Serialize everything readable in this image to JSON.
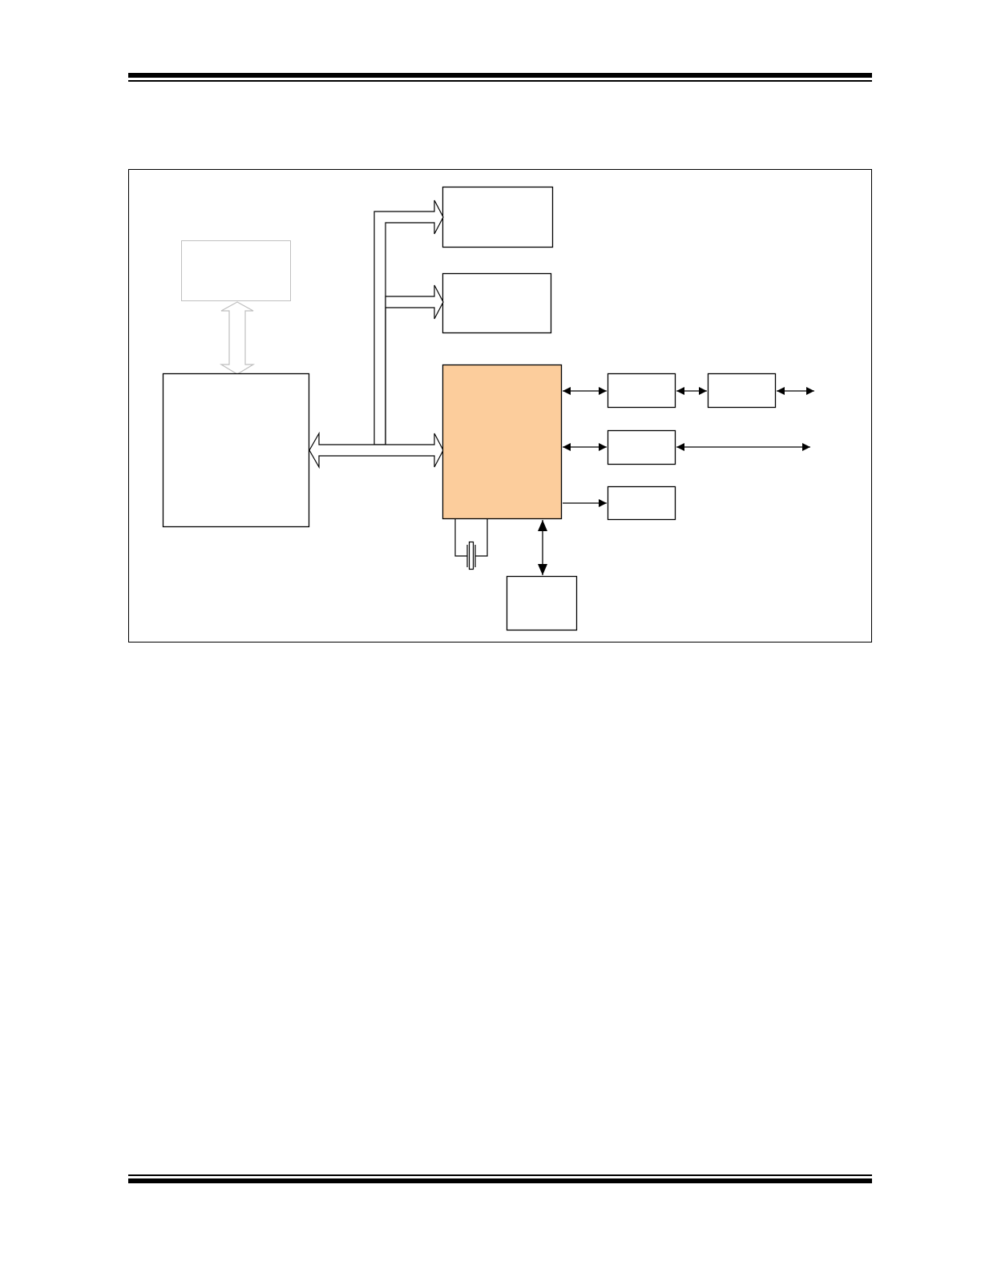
{
  "page": {
    "background": "#ffffff",
    "rule_color": "#000000"
  },
  "diagram": {
    "frame_color": "#000000",
    "highlight_fill": "#fccd9c",
    "faded_color": "#bfbfbf",
    "blocks": [
      {
        "name": "block-top-right-1",
        "label": ""
      },
      {
        "name": "block-top-right-2",
        "label": ""
      },
      {
        "name": "block-central-highlighted",
        "label": ""
      },
      {
        "name": "block-left-large",
        "label": ""
      },
      {
        "name": "block-faded-top-left",
        "label": ""
      },
      {
        "name": "block-right-row1-a",
        "label": ""
      },
      {
        "name": "block-right-row1-b",
        "label": ""
      },
      {
        "name": "block-right-row2",
        "label": ""
      },
      {
        "name": "block-right-row3",
        "label": ""
      },
      {
        "name": "block-bottom-center",
        "label": ""
      }
    ],
    "connectors": [
      {
        "name": "bus-arrow-to-top-block",
        "from": "block-left-large",
        "to": "block-top-right-1",
        "kind": "bus"
      },
      {
        "name": "bus-arrow-to-second-block",
        "from": "block-left-large",
        "to": "block-top-right-2",
        "kind": "bus"
      },
      {
        "name": "bus-arrow-to-central-block",
        "from": "block-left-large",
        "to": "block-central-highlighted",
        "kind": "bus"
      },
      {
        "name": "bus-arrow-faded-vertical",
        "from": "block-faded-top-left",
        "to": "block-left-large",
        "kind": "bus-bidirectional"
      },
      {
        "name": "arrow-central-to-row1-a",
        "kind": "bidirectional"
      },
      {
        "name": "arrow-row1-a-to-row1-b",
        "kind": "bidirectional"
      },
      {
        "name": "arrow-row1-b-out",
        "kind": "bidirectional"
      },
      {
        "name": "arrow-central-to-row2",
        "kind": "bidirectional"
      },
      {
        "name": "arrow-row2-out",
        "kind": "bidirectional"
      },
      {
        "name": "arrow-central-to-row3",
        "kind": "unidirectional"
      },
      {
        "name": "arrow-central-to-bottom",
        "kind": "bidirectional"
      },
      {
        "name": "crystal-symbol",
        "kind": "component"
      }
    ]
  }
}
